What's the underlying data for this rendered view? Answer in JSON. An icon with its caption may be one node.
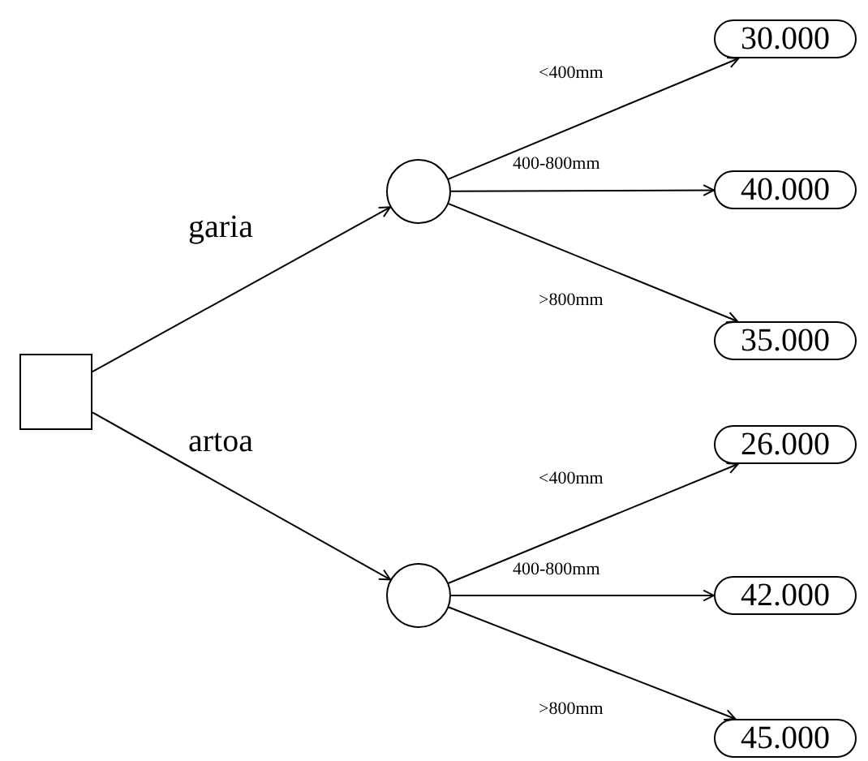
{
  "diagram": {
    "nodes": [
      {
        "text": [],
        "shape": "box"
      },
      {
        "text": [],
        "shape": "circle"
      },
      {
        "text": [],
        "shape": "circle"
      },
      {
        "text": [
          "30.000"
        ]
      },
      {
        "text": [
          "40.000"
        ]
      },
      {
        "text": [
          "35.000"
        ]
      },
      {
        "text": [
          "26.000"
        ]
      },
      {
        "text": [
          "42.000"
        ]
      },
      {
        "text": [
          "45.000"
        ]
      }
    ],
    "edges": [
      {
        "from": 0,
        "to": 1,
        "arrow": "to",
        "label": "garia"
      },
      {
        "from": 0,
        "to": 2,
        "arrow": "to",
        "label": "artoa"
      },
      {
        "from": 1,
        "to": 3,
        "arrow": "to",
        "label": "<400mm"
      },
      {
        "from": 1,
        "to": 4,
        "arrow": "to",
        "label": "400-800mm"
      },
      {
        "from": 1,
        "to": 5,
        "arrow": "to",
        "label": ">800mm"
      },
      {
        "from": 2,
        "to": 6,
        "arrow": "to",
        "label": "<400mm"
      },
      {
        "from": 2,
        "to": 7,
        "arrow": "to",
        "label": "400-800mm"
      },
      {
        "from": 2,
        "to": 8,
        "arrow": "to",
        "label": ">800mm"
      }
    ]
  }
}
